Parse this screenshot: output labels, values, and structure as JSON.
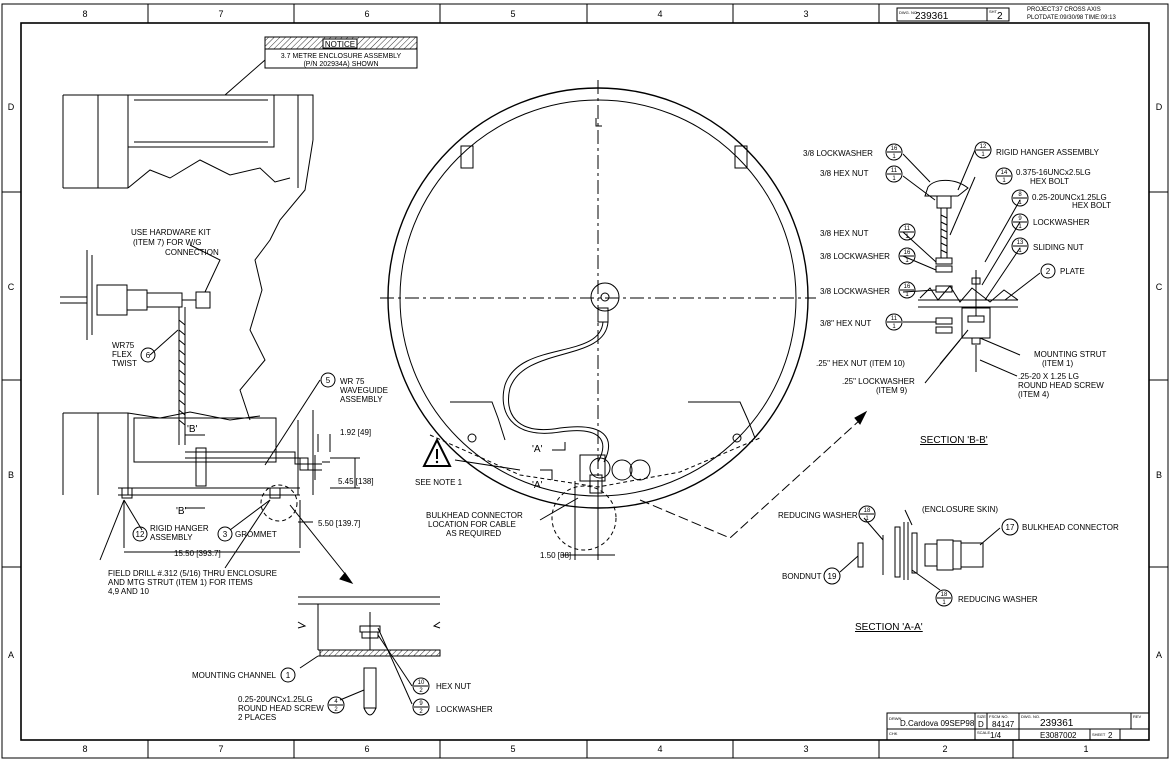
{
  "drawing": {
    "header": {
      "dwg_no_label": "DWG. NO.",
      "dwg_no": "239361",
      "sheet_label": "SHT",
      "sheet_no": "2",
      "project": "PROJECT:37 CROSS AXIS",
      "plot": "PLOTDATE:09/30/98     TIME:09:13"
    },
    "zones_top": [
      "8",
      "7",
      "6",
      "5",
      "4",
      "3"
    ],
    "zones_bottom": [
      "8",
      "7",
      "6",
      "5",
      "4",
      "3",
      "2",
      "1"
    ],
    "zones_side": [
      "D",
      "C",
      "B",
      "A"
    ],
    "notice": {
      "title": "NOTICE",
      "line1": "3.7 METRE ENCLOSURE ASSEMBLY",
      "line2": "(P/N 202934A) SHOWN"
    },
    "left_view": {
      "hardware_kit": [
        "USE HARDWARE KIT",
        "(ITEM 7) FOR W/G",
        "CONNECTION"
      ],
      "flex_twist": [
        "WR75",
        "FLEX",
        "TWIST"
      ],
      "flex_item": "6",
      "waveguide": [
        "WR 75",
        "WAVEGUIDE",
        "ASSEMBLY"
      ],
      "waveguide_item": "5",
      "dim_192": "1.92 [49]",
      "dim_545": "5.45 [138]",
      "dim_550": "5.50 [139.7]",
      "dim_1550": "15.50 [393.7]",
      "b_top": "'B'",
      "b_bottom": "'B'",
      "rigid_hanger": [
        "RIGID HANGER",
        "ASSEMBLY"
      ],
      "rigid_item": "12",
      "grommet": "GROMMET",
      "grommet_item": "3",
      "field_drill": [
        "FIELD DRILL #.312 (5/16) THRU ENCLOSURE",
        "AND MTG STRUT (ITEM 1) FOR ITEMS",
        "4,9 AND 10"
      ]
    },
    "channel_detail": {
      "mounting_channel": "MOUNTING CHANNEL",
      "mounting_item": "1",
      "screw": [
        "0.25-20UNCx1.25LG",
        "ROUND HEAD SCREW",
        "2 PLACES"
      ],
      "screw_item_top": "4",
      "screw_item_bot": "2",
      "hex_nut": "HEX NUT",
      "hex_item_top": "10",
      "hex_item_bot": "2",
      "lockwasher": "LOCKWASHER",
      "lock_item_top": "9",
      "lock_item_bot": "2"
    },
    "center_view": {
      "a_left": "'A'",
      "a_right": "'A'",
      "see_note": "SEE NOTE 1",
      "bulkhead": [
        "BULKHEAD CONNECTOR",
        "LOCATION FOR CABLE",
        "AS REQUIRED"
      ],
      "dim_150": "1.50 [38]"
    },
    "section_bb": {
      "title": "SECTION 'B-B'",
      "labels_left": [
        "3/8 LOCKWASHER",
        "3/8 HEX NUT",
        "3/8 HEX NUT",
        "3/8 LOCKWASHER",
        "3/8 LOCKWASHER",
        "3/8\" HEX NUT"
      ],
      "items_left_top": [
        "16",
        "11",
        "11",
        "16",
        "16",
        "11"
      ],
      "items_left_bot": [
        "1",
        "1",
        "1",
        "1",
        "1",
        "1"
      ],
      "rigid": "RIGID HANGER ASSEMBLY",
      "rigid_item_top": "12",
      "rigid_item_bot": "1",
      "hex_bolt_a": [
        "0.375-16UNCx2.5LG",
        "HEX BOLT"
      ],
      "hex_bolt_a_top": "14",
      "hex_bolt_a_bot": "1",
      "hex_bolt_b": [
        "0.25-20UNCx1.25LG",
        "HEX BOLT"
      ],
      "hex_bolt_b_top": "8",
      "hex_bolt_b_bot": "1",
      "lockwasher": "LOCKWASHER",
      "lock_top": "9",
      "lock_bot": "1",
      "sliding_nut": "SLIDING NUT",
      "sliding_top": "13",
      "sliding_bot": "1",
      "plate": "PLATE",
      "plate_item": "2",
      "mounting_strut": [
        "MOUNTING STRUT",
        "(ITEM 1)"
      ],
      "hex_nut_25": ".25\" HEX NUT (ITEM 10)",
      "lockwasher_25": [
        ".25\" LOCKWASHER",
        "(ITEM 9)"
      ],
      "screw_25": [
        ".25-20 X 1.25 LG",
        "ROUND HEAD SCREW",
        "(ITEM 4)"
      ]
    },
    "section_aa": {
      "title": "SECTION 'A-A'",
      "reducing_top": "REDUCING WASHER",
      "reducing_top_item_t": "18",
      "reducing_top_item_b": "1",
      "enclosure_skin": "(ENCLOSURE SKIN)",
      "bulkhead": "BULKHEAD CONNECTOR",
      "bulkhead_item": "17",
      "bondnut": "BONDNUT",
      "bondnut_item": "19",
      "reducing_bot": "REDUCING WASHER",
      "reducing_bot_item_t": "18",
      "reducing_bot_item_b": "1"
    },
    "title_block": {
      "drawn_label": "DRWN",
      "drawn": "D.Cardova 09SEP98",
      "chk_label": "CHK",
      "size_label": "SIZE",
      "size": "D",
      "fscm_label": "FSCM NO.",
      "fscm": "84147",
      "dwg_label": "DWG. NO.",
      "dwg": "239361",
      "rev_label": "REV",
      "scale_label": "SCALE",
      "scale": "1/4",
      "ref": "E3087002",
      "sheet_label": "SHEET",
      "sheet": "2"
    }
  }
}
